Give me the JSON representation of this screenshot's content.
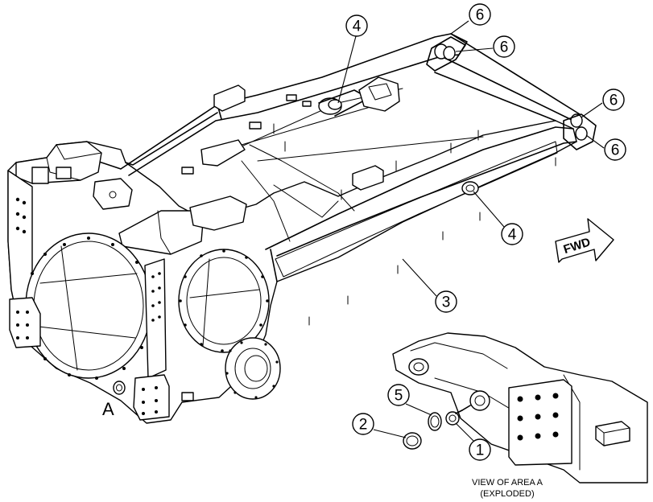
{
  "callouts": {
    "c1": "1",
    "c2": "2",
    "c3": "3",
    "c4a": "4",
    "c4b": "4",
    "c5": "5",
    "c6a": "6",
    "c6b": "6",
    "c6c": "6",
    "c6d": "6"
  },
  "labels": {
    "area": "A",
    "fwd": "FWD",
    "caption_line1": "VIEW OF AREA  A",
    "caption_line2": "(EXPLODED)"
  }
}
